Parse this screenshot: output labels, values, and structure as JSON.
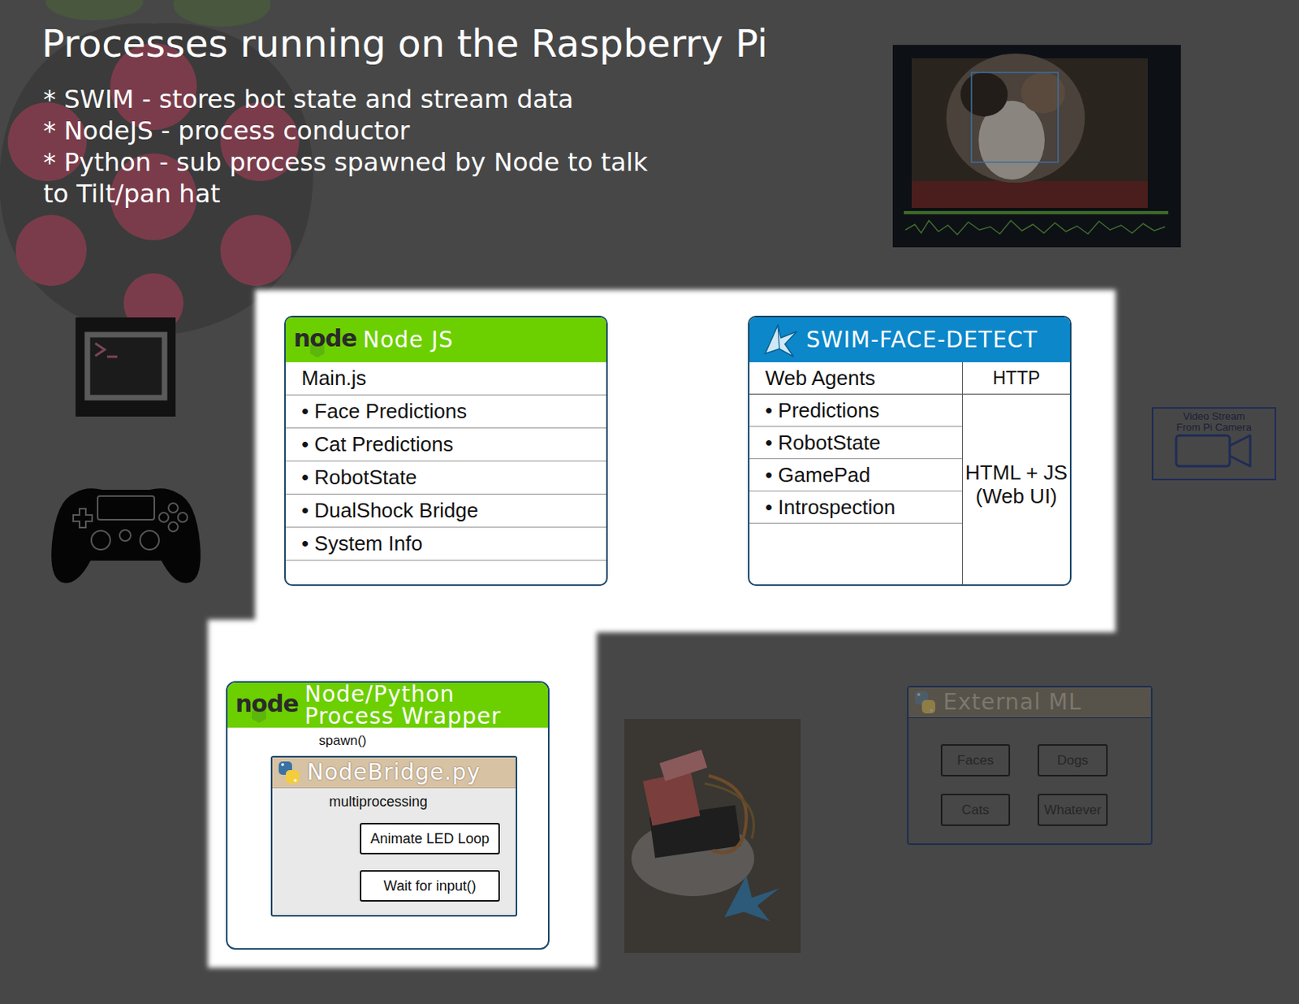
{
  "diagram": {
    "title": "Processes running on the Raspberry Pi",
    "nodes": [
      {
        "text": [
          "Node JS",
          "Main.js",
          "• Face Predictions",
          "• Cat Predictions",
          "• RobotState",
          "• DualShock Bridge",
          "• System Info"
        ]
      },
      {
        "text": [
          "SWIM-FACE-DETECT",
          "Web Agents",
          "HTTP",
          "• Predictions",
          "• RobotState",
          "• GamePad",
          "• Introspection",
          "HTML + JS (Web UI)"
        ]
      },
      {
        "text": [
          "Node/Python Process Wrapper",
          "spawn()"
        ]
      },
      {
        "text": [
          "NodeBridge.py",
          "multiprocessing"
        ],
        "in": 2
      },
      {
        "text": [
          "Animate LED Loop"
        ],
        "in": 3
      },
      {
        "text": [
          "Wait for input()"
        ],
        "in": 3
      },
      {
        "text": [
          "Video Stream From Pi Camera"
        ]
      },
      {
        "text": [
          "External ML"
        ]
      },
      {
        "text": [
          "Faces"
        ],
        "in": 7
      },
      {
        "text": [
          "Dogs"
        ],
        "in": 7
      },
      {
        "text": [
          "Cats"
        ],
        "in": 7
      },
      {
        "text": [
          "Whatever"
        ],
        "in": 7
      }
    ],
    "labels": [
      "* SWIM - stores bot state and stream data",
      "* NodeJS - process conductor",
      "* Python - sub process spawned by Node to talk to Tilt/pan hat",
      "node",
      "node"
    ]
  }
}
